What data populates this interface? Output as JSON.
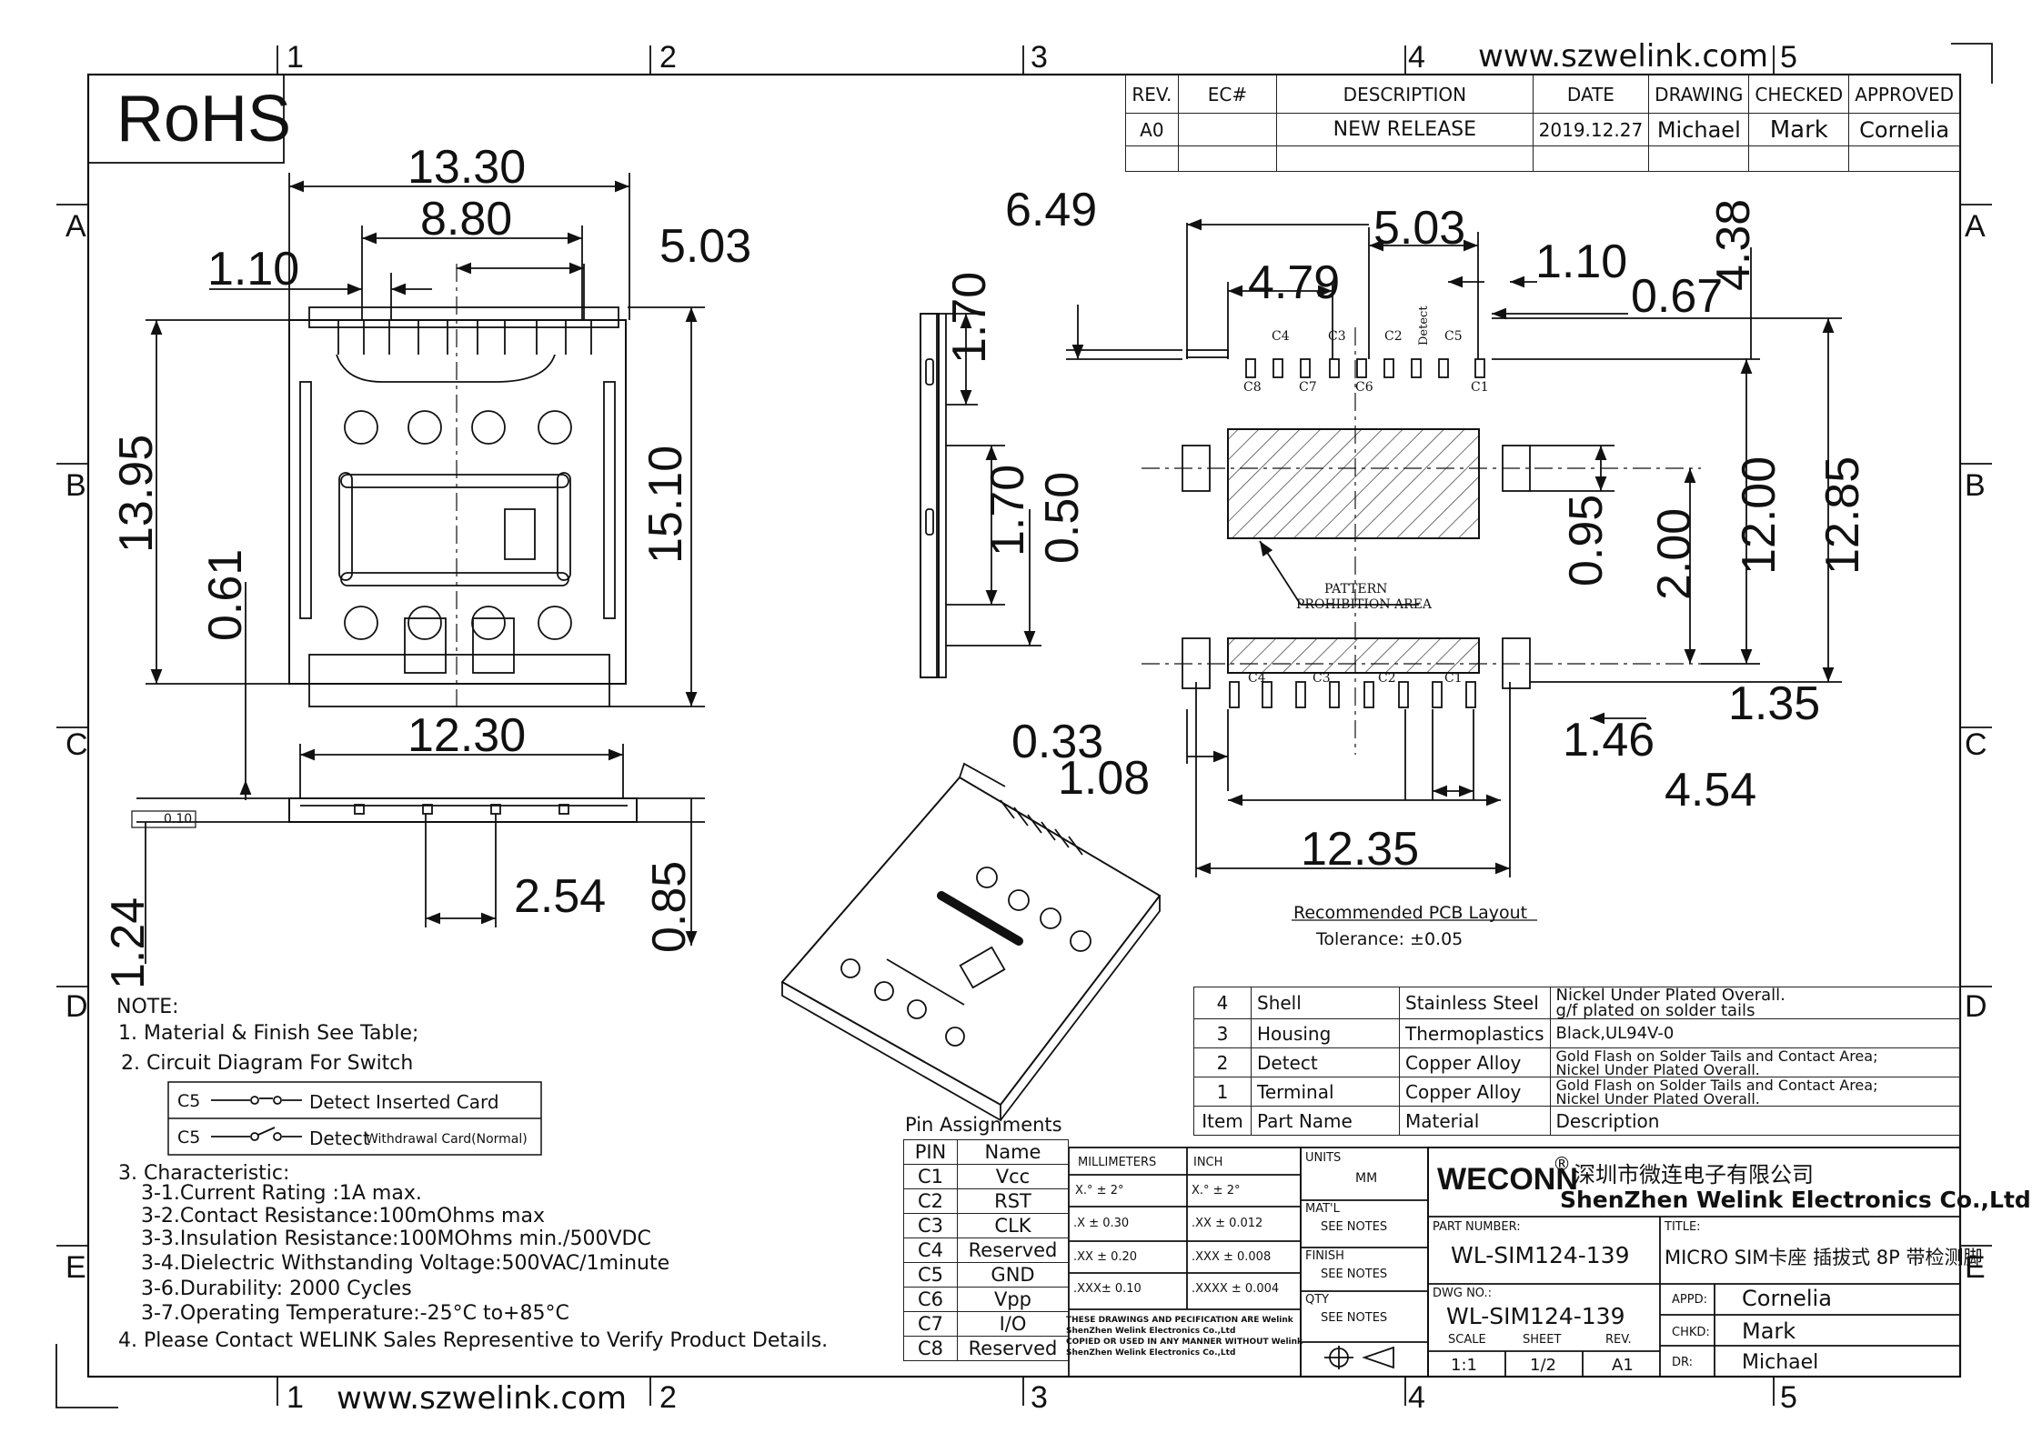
{
  "website": "www.szwelink.com",
  "rohs": "RoHS",
  "zones": {
    "top": [
      "1",
      "2",
      "3",
      "4",
      "5"
    ],
    "side": [
      "A",
      "B",
      "C",
      "D",
      "E"
    ]
  },
  "revision": {
    "headers": [
      "REV.",
      "EC#",
      "DESCRIPTION",
      "DATE",
      "DRAWING",
      "CHECKED",
      "APPROVED"
    ],
    "row": [
      "A0",
      "",
      "NEW RELEASE",
      "2019.12.27",
      "Michael",
      "Mark",
      "Cornelia"
    ]
  },
  "dims": {
    "d1330": "13.30",
    "d880": "8.80",
    "d503a": "5.03",
    "d110a": "1.10",
    "d1395": "13.95",
    "d1510": "15.10",
    "d061": "0.61",
    "d1230": "12.30",
    "d254": "2.54",
    "d085": "0.85",
    "d124": "1.24",
    "flat": "0.10",
    "d170a": "1.70",
    "d170b": "1.70",
    "d050": "0.50",
    "d649": "6.49",
    "d503b": "5.03",
    "d479": "4.79",
    "d110b": "1.10",
    "d067": "0.67",
    "d438": "4.38",
    "d095": "0.95",
    "d200": "2.00",
    "d1200": "12.00",
    "d1285": "12.85",
    "d135": "1.35",
    "d146": "1.46",
    "d033": "0.33",
    "d108": "1.08",
    "d454": "4.54",
    "d1235": "12.35"
  },
  "pad_labels": {
    "top_row_a": [
      "C4",
      "C3",
      "C2",
      "C5"
    ],
    "detect": "Detect",
    "top_row_b": [
      "C8",
      "C7",
      "C6",
      "C1"
    ],
    "bottom_row": [
      "C4",
      "C3",
      "C2",
      "C1"
    ]
  },
  "pattern_label": [
    "PATTERN",
    "PROHIBITION AREA"
  ],
  "pcb_title": "Recommended PCB Layout",
  "pcb_tolerance": "Tolerance: ±0.05",
  "notes": {
    "title": "NOTE:",
    "n1": "1.  Material & Finish See Table;",
    "n2": "2. Circuit Diagram For Switch",
    "switch1_pin": "C5",
    "switch1_text": "Detect  Inserted Card",
    "switch2_pin": "C5",
    "switch2_text": "Detect",
    "switch2_small": "Withdrawal Card(Normal)",
    "n3": "3. Characteristic:",
    "c1": "3-1.Current Rating :1A max.",
    "c2": "3-2.Contact Resistance:100mOhms max",
    "c3": "3-3.Insulation Resistance:100MOhms min./500VDC",
    "c4": "3-4.Dielectric Withstanding Voltage:500VAC/1minute",
    "c5": "3-6.Durability: 2000 Cycles",
    "c6": "3-7.Operating Temperature:-25°C to+85°C",
    "n4": "4. Please Contact WELINK Sales Representive to Verify Product Details."
  },
  "pins": {
    "title": "Pin Assignments",
    "headers": [
      "PIN",
      "Name"
    ],
    "rows": [
      [
        "C1",
        "Vcc"
      ],
      [
        "C2",
        "RST"
      ],
      [
        "C3",
        "CLK"
      ],
      [
        "C4",
        "Reserved"
      ],
      [
        "C5",
        "GND"
      ],
      [
        "C6",
        "Vpp"
      ],
      [
        "C7",
        "I/O"
      ],
      [
        "C8",
        "Reserved"
      ]
    ]
  },
  "materials": {
    "rows": [
      [
        "4",
        "Shell",
        "Stainless Steel",
        "Nickel Under Plated Overall.",
        "g/f plated on solder tails"
      ],
      [
        "3",
        "Housing",
        "Thermoplastics",
        "Black,UL94V-0",
        ""
      ],
      [
        "2",
        "Detect",
        "Copper Alloy",
        "Gold Flash on Solder Tails and Contact Area;",
        "Nickel Under Plated Overall."
      ],
      [
        "1",
        "Terminal",
        "Copper Alloy",
        "Gold Flash on Solder Tails and Contact Area;",
        "Nickel Under Plated Overall."
      ]
    ],
    "headers": [
      "Item",
      "Part Name",
      "Material",
      "Description"
    ]
  },
  "tolerance": {
    "mm": "MILLIMETERS",
    "inch": "INCH",
    "rows": [
      [
        "X.°   ±  2°",
        "X.°   ±  2°"
      ],
      [
        ".X    ± 0.30",
        ".XX    ± 0.012"
      ],
      [
        ".XX  ± 0.20",
        ".XXX  ± 0.008"
      ],
      [
        ".XXX±  0.10",
        ".XXXX ± 0.004"
      ]
    ],
    "disclaimer": [
      "THESE DRAWINGS AND PECIFICATION ARE Welink",
      "ShenZhen Welink Electronics Co.,Ltd",
      "COPIED OR USED IN ANY MANNER WITHOUT Welink",
      "ShenZhen Welink Electronics Co.,Ltd"
    ]
  },
  "titleblock": {
    "units_label": "UNITS",
    "units": "MM",
    "matl_label": "MAT'L",
    "matl": "SEE NOTES",
    "finish_label": "FINISH",
    "finish": "SEE NOTES",
    "qty_label": "QTY",
    "qty": "SEE NOTES",
    "brand": "WECONN",
    "reg": "®",
    "company_cn": "深圳市微连电子有限公司",
    "company_en": "ShenZhen Welink Electronics Co.,Ltd",
    "part_label": "PART NUMBER:",
    "part": "WL-SIM124-139",
    "title_label": "TITLE:",
    "title": "MICRO SIM卡座 插拔式 8P 带检测脚",
    "dwg_label": "DWG NO.:",
    "dwg": "WL-SIM124-139",
    "scale_label": "SCALE",
    "scale": "1:1",
    "sheet_label": "SHEET",
    "sheet": "1/2",
    "rev_label": "REV.",
    "rev": "A1",
    "appd_label": "APPD:",
    "appd": "Cornelia",
    "chkd_label": "CHKD:",
    "chkd": "Mark",
    "dr_label": "DR:",
    "dr": "Michael"
  }
}
